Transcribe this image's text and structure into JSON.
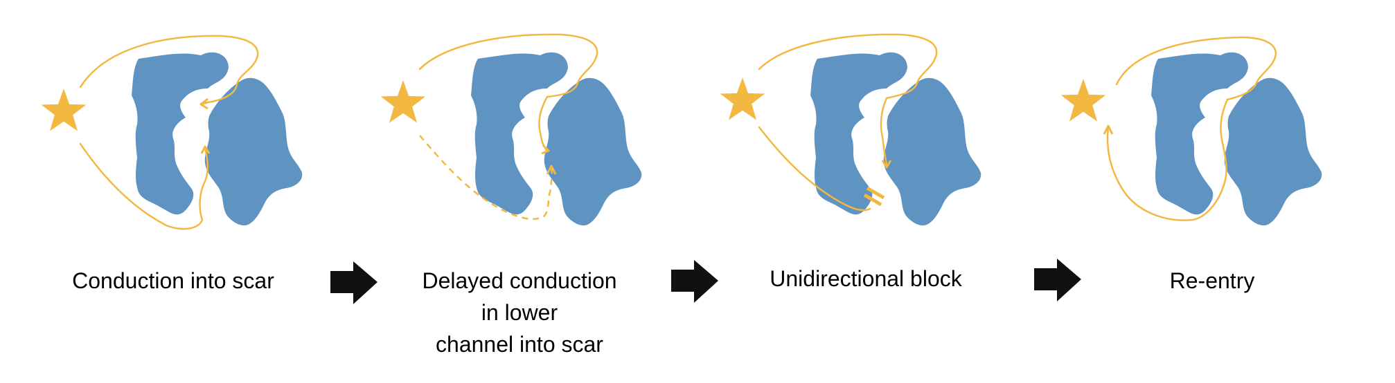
{
  "colors": {
    "scar": "#5f93c1",
    "activation": "#f2b842",
    "arrow": "#111111",
    "text": "#000000"
  },
  "steps": [
    {
      "caption_lines": [
        "Conduction into scar"
      ],
      "icon": "star-icon"
    },
    {
      "caption_lines": [
        "Delayed conduction",
        "in lower",
        "channel into scar"
      ],
      "icon": "star-icon"
    },
    {
      "caption_lines": [
        "Unidirectional block"
      ],
      "icon": "star-icon"
    },
    {
      "caption_lines": [
        "Re-entry"
      ],
      "icon": "star-icon"
    }
  ],
  "connector_icon": "arrow-right-icon"
}
